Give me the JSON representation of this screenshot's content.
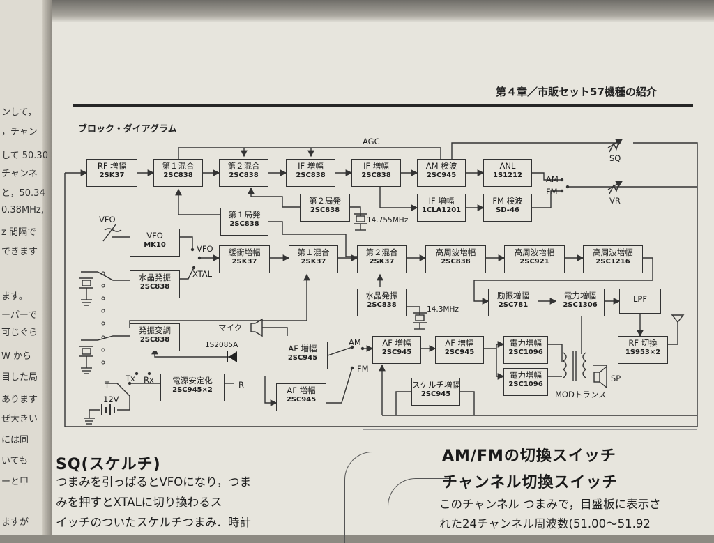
{
  "left_page": {
    "lines": [
      "ンして，",
      "，チャン",
      "して 50.30",
      "チャンネ",
      "と，50.34",
      "0.38MHz,",
      "z 間隔で",
      "できます",
      "ます。",
      "ーパーで",
      "可じぐら",
      "W から",
      "目した局",
      "あります",
      "ぜ大きい",
      "には同",
      "いても",
      "ーと甲",
      "ますが"
    ]
  },
  "header": {
    "chapter_title": "第４章／市販セット57機種の紹介"
  },
  "diagram": {
    "title": "ブロック・ダイアグラム",
    "blocks": {
      "rf_amp": {
        "label": "RF 増幅",
        "part": "2SK37"
      },
      "mix1": {
        "label": "第１混合",
        "part": "2SC838"
      },
      "mix2": {
        "label": "第２混合",
        "part": "2SC838"
      },
      "if_amp1": {
        "label": "IF 増幅",
        "part": "2SC838"
      },
      "if_amp2": {
        "label": "IF 増幅",
        "part": "2SC838"
      },
      "am_det": {
        "label": "AM 検波",
        "part": "2SC945"
      },
      "anl": {
        "label": "ANL",
        "part": "1S1212"
      },
      "if_amp3": {
        "label": "IF 増幅",
        "part": "1CLA1201"
      },
      "fm_det": {
        "label": "FM 検波",
        "part": "SD-46"
      },
      "lo2": {
        "label": "第２局発",
        "part": "2SC838"
      },
      "lo1": {
        "label": "第１局発",
        "part": "2SC838"
      },
      "vfo": {
        "label": "VFO",
        "part": "MK10"
      },
      "xtal_osc": {
        "label": "水晶発振",
        "part": "2SC838"
      },
      "buffer": {
        "label": "緩衝増幅",
        "part": "2SK37"
      },
      "tx_mix1": {
        "label": "第１混合",
        "part": "2SK37"
      },
      "tx_mix2": {
        "label": "第２混合",
        "part": "2SK37"
      },
      "hf_amp1": {
        "label": "高周波増幅",
        "part": "2SC838"
      },
      "hf_amp2": {
        "label": "高周波増幅",
        "part": "2SC921"
      },
      "hf_amp3": {
        "label": "高周波増幅",
        "part": "2SC1216"
      },
      "tx_xtal": {
        "label": "水晶発振",
        "part": "2SC838"
      },
      "driver": {
        "label": "励振増幅",
        "part": "2SC781"
      },
      "pa": {
        "label": "電力増幅",
        "part": "2SC1306"
      },
      "lpf": {
        "label": "LPF",
        "part": ""
      },
      "osc_mod": {
        "label": "発振変調",
        "part": "2SC838"
      },
      "af_mic": {
        "label": "AF 増幅",
        "part": "2SC945"
      },
      "af_main": {
        "label": "AF 増幅",
        "part": "2SC945"
      },
      "af_2": {
        "label": "AF 増幅",
        "part": "2SC945"
      },
      "pow1": {
        "label": "電力増幅",
        "part": "2SC1096"
      },
      "pow2": {
        "label": "電力増幅",
        "part": "2SC1096"
      },
      "af_low": {
        "label": "AF 増幅",
        "part": "2SC945"
      },
      "squelch_amp": {
        "label": "スケルチ増幅",
        "part": "2SC945"
      },
      "regulator": {
        "label": "電源安定化",
        "part": "2SC945×2"
      },
      "rf_switch": {
        "label": "RF 切換",
        "part": "1S953×2"
      }
    },
    "labels": {
      "agc": "AGC",
      "sq": "SQ",
      "vr": "VR",
      "am": "AM",
      "fm": "FM",
      "vfo_sym": "VFO",
      "vfo_sw": "VFO",
      "xtal_sw": "XTAL",
      "crystal1": "14.755MHz",
      "crystal2": "14.3MHz",
      "mic": "マイク",
      "diode": "1S2085A",
      "sw_am": "AM",
      "sw_fm": "FM",
      "tx": "Tx",
      "rx": "Rx",
      "t": "T",
      "r": "R",
      "v12": "12V",
      "sp": "SP",
      "mod_trans": "MODトランス"
    }
  },
  "sections": {
    "sq_heading": "SQ(スケルチ)",
    "sq_lines": [
      "つまみを引っぱるとVFOになり，つま",
      "みを押すとXTALに切り換わるス",
      "イッチのついたスケルチつまみ．時計"
    ],
    "amfm_heading": "AM/FMの切換スイッチ",
    "ch_heading": "チャンネル切換スイッチ",
    "ch_lines": [
      "このチャンネル つまみで，目盛板に表示さ",
      "れた24チャンネル周波数(51.00～51.92"
    ]
  }
}
